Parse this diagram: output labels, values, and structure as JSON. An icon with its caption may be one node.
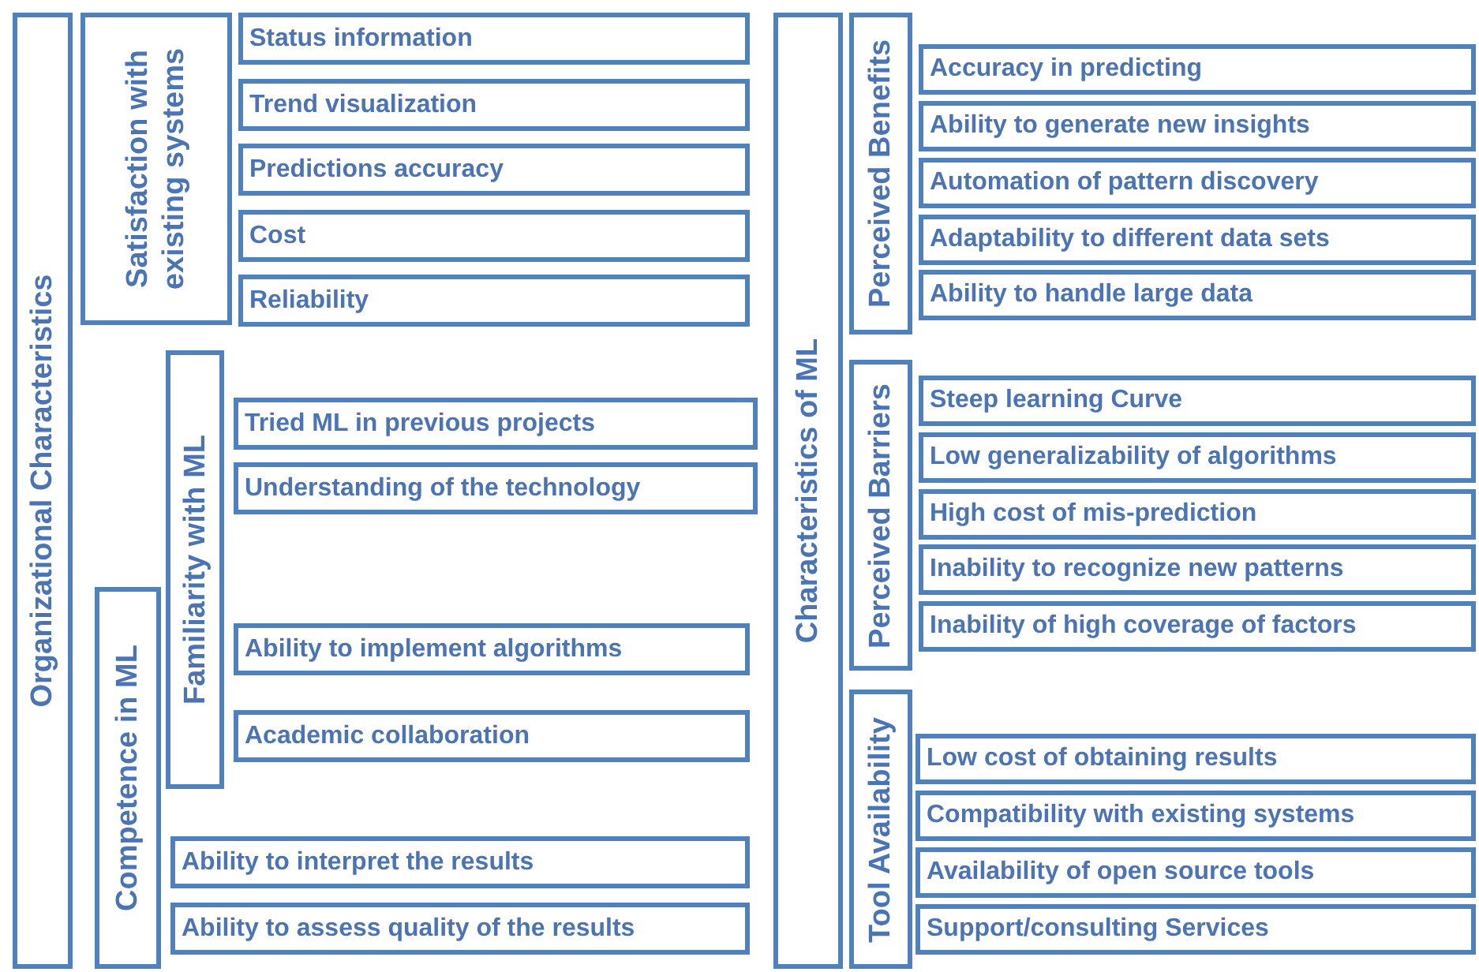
{
  "diagram": {
    "nodes": [
      {
        "text": [
          "Organizational Characteristics"
        ]
      },
      {
        "text": [
          "Satisfaction with existing systems"
        ]
      },
      {
        "text": [
          "Status information"
        ]
      },
      {
        "text": [
          "Trend visualization"
        ]
      },
      {
        "text": [
          "Predictions accuracy"
        ]
      },
      {
        "text": [
          "Cost"
        ]
      },
      {
        "text": [
          "Reliability"
        ]
      },
      {
        "text": [
          "Competence in ML"
        ]
      },
      {
        "text": [
          "Familiarity with ML"
        ]
      },
      {
        "text": [
          "Tried ML in previous projects"
        ]
      },
      {
        "text": [
          "Understanding of the technology"
        ]
      },
      {
        "text": [
          "Ability to implement algorithms"
        ]
      },
      {
        "text": [
          "Academic collaboration"
        ]
      },
      {
        "text": [
          "Ability to interpret the results"
        ]
      },
      {
        "text": [
          "Ability to assess quality of the results"
        ]
      },
      {
        "text": [
          "Characteristics of ML"
        ]
      },
      {
        "text": [
          "Perceived Benefits"
        ]
      },
      {
        "text": [
          "Accuracy in predicting"
        ]
      },
      {
        "text": [
          "Ability to generate new insights"
        ]
      },
      {
        "text": [
          "Automation of pattern discovery"
        ]
      },
      {
        "text": [
          "Adaptability to different data sets"
        ]
      },
      {
        "text": [
          "Ability to handle large data"
        ]
      },
      {
        "text": [
          "Perceived Barriers"
        ]
      },
      {
        "text": [
          "Steep learning Curve"
        ]
      },
      {
        "text": [
          "Low generalizability of algorithms"
        ]
      },
      {
        "text": [
          "High cost of mis-prediction"
        ]
      },
      {
        "text": [
          "Inability to recognize new patterns"
        ]
      },
      {
        "text": [
          "Inability of high coverage of factors"
        ]
      },
      {
        "text": [
          "Tool Availability"
        ]
      },
      {
        "text": [
          "Low cost of obtaining results"
        ]
      },
      {
        "text": [
          "Compatibility with existing systems"
        ]
      },
      {
        "text": [
          "Availability of open source tools"
        ]
      },
      {
        "text": [
          "Support/consulting Services"
        ]
      }
    ]
  }
}
